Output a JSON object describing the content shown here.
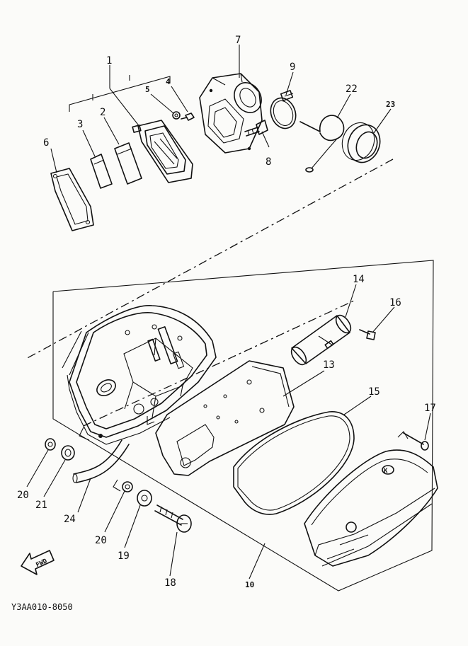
{
  "drawing_code": "Y3AA010-8050",
  "direction_label": "FWD",
  "callouts": {
    "p1": "1",
    "p2": "2",
    "p3": "3",
    "p4": "4",
    "p5": "5",
    "p6": "6",
    "p7": "7",
    "p8": "8",
    "p9": "9",
    "p10": "10",
    "p13": "13",
    "p14": "14",
    "p15": "15",
    "p16": "16",
    "p17": "17",
    "p18": "18",
    "p19": "19",
    "p20a": "20",
    "p20b": "20",
    "p21": "21",
    "p22": "22",
    "p23": "23",
    "p24": "24"
  }
}
